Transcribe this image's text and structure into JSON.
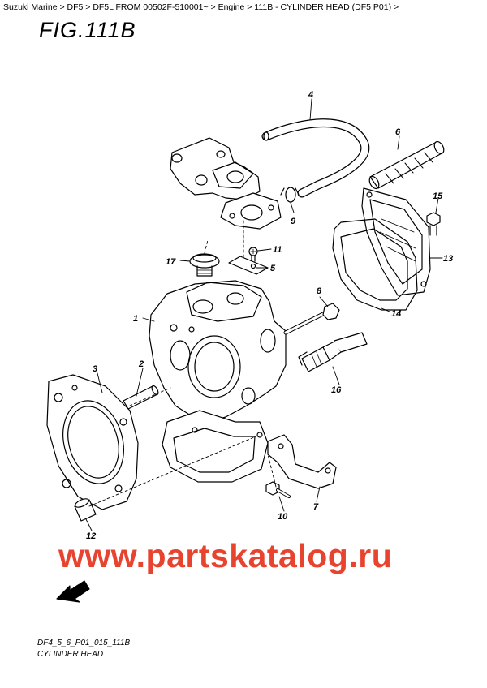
{
  "breadcrumb": {
    "items": [
      "Suzuki Marine",
      "DF5",
      "DF5L FROM 00502F-510001~",
      "Engine",
      "111B - CYLINDER HEAD (DF5 P01)"
    ],
    "separator": " > "
  },
  "figure": {
    "title": "FIG.111B",
    "code": "DF4_5_6_P01_015_111B",
    "caption": "CYLINDER HEAD"
  },
  "callouts": {
    "p1": "1",
    "p2": "2",
    "p3": "3",
    "p4": "4",
    "p5": "5",
    "p6": "6",
    "p7": "7",
    "p8": "8",
    "p9": "9",
    "p10": "10",
    "p11": "11",
    "p12": "12",
    "p13": "13",
    "p14": "14",
    "p15": "15",
    "p16": "16",
    "p17": "17"
  },
  "fwd_label": "FWD",
  "watermark": "www.partskatalog.ru"
}
